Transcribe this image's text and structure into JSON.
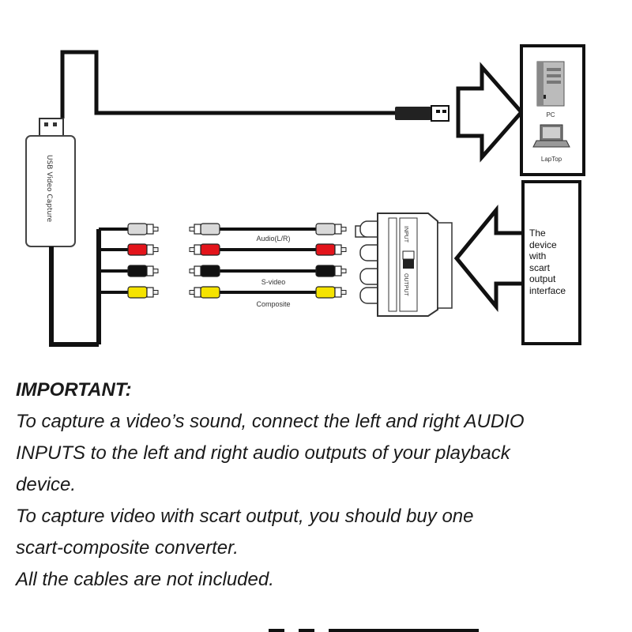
{
  "diagram": {
    "usb_device_label": "USB Video Capture",
    "pc_label": "PC",
    "laptop_label": "LapTop",
    "device_label": [
      "The",
      "device",
      "with",
      "scart",
      "output",
      "interface"
    ],
    "cable_labels": {
      "audio": "Audio(L/R)",
      "svideo": "S-video",
      "composite": "Composite"
    },
    "scart_labels": {
      "input": "INPUT",
      "output": "OUTPUT"
    },
    "cable_colors": {
      "audio_left": "#d9d9d9",
      "audio_right": "#e3141b",
      "svideo": "#111111",
      "composite": "#f5e300"
    }
  },
  "notes": {
    "heading": "IMPORTANT:",
    "lines": [
      "To capture a video’s sound, connect the left and right AUDIO",
      "INPUTS to the left and right audio outputs of your playback",
      "device.",
      "To capture video with scart output, you should buy one",
      "scart-composite converter.",
      "All the cables are not included."
    ]
  }
}
